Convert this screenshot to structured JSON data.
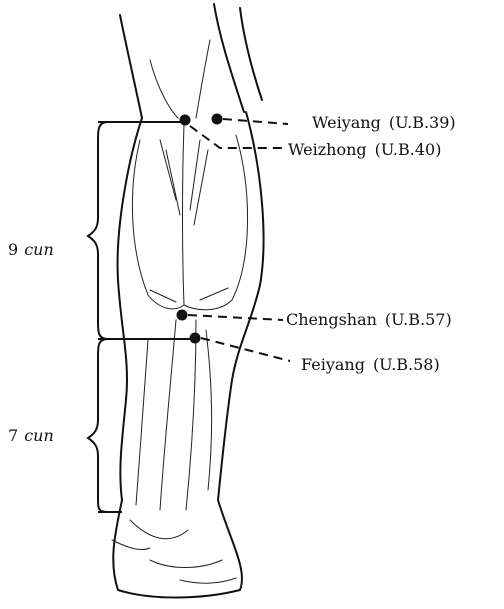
{
  "points": [
    {
      "name": "Weiyang",
      "code": "(U.B.39)"
    },
    {
      "name": "Weizhong",
      "code": "(U.B.40)"
    },
    {
      "name": "Chengshan",
      "code": "(U.B.57)"
    },
    {
      "name": "Feiyang",
      "code": "(U.B.58)"
    }
  ],
  "measures": [
    {
      "value": "9",
      "unit": "cun"
    },
    {
      "value": "7",
      "unit": "cun"
    }
  ]
}
